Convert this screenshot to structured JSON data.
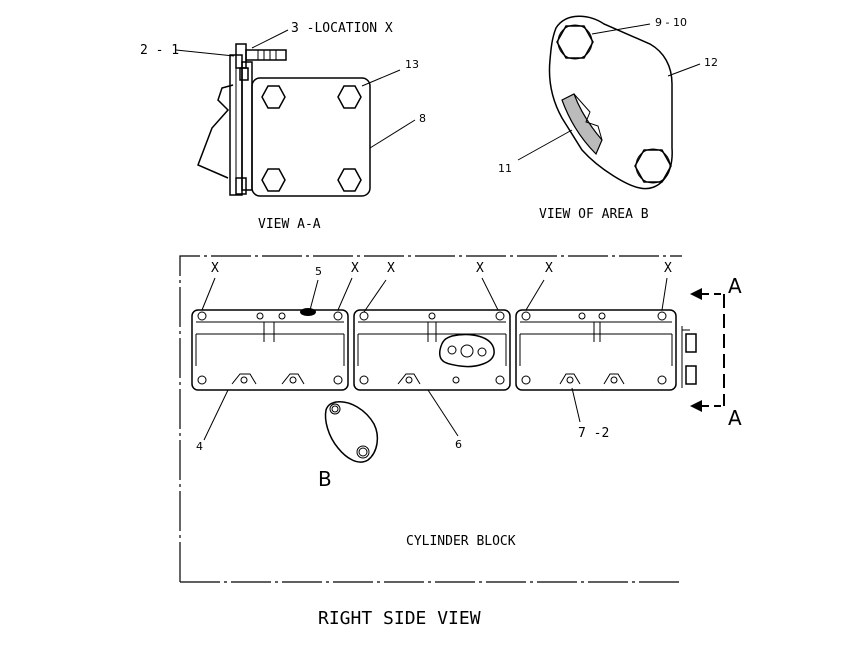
{
  "labels": {
    "callout_2_1": "2 - 1",
    "callout_3_location": "3 -LOCATION X",
    "callout_13": "13",
    "callout_8": "8",
    "view_a_a": "VIEW A-A",
    "callout_9_10": "9 - 10",
    "callout_12": "12",
    "callout_11": "11",
    "view_area_b": "VIEW OF AREA B",
    "x_marker": "X",
    "callout_5": "5",
    "callout_4": "4",
    "callout_6": "6",
    "callout_7_2": "7 -2",
    "area_b": "B",
    "section_a_top": "A",
    "section_a_bottom": "A",
    "cylinder_block": "CYLINDER BLOCK",
    "right_side_view": "RIGHT SIDE VIEW"
  }
}
